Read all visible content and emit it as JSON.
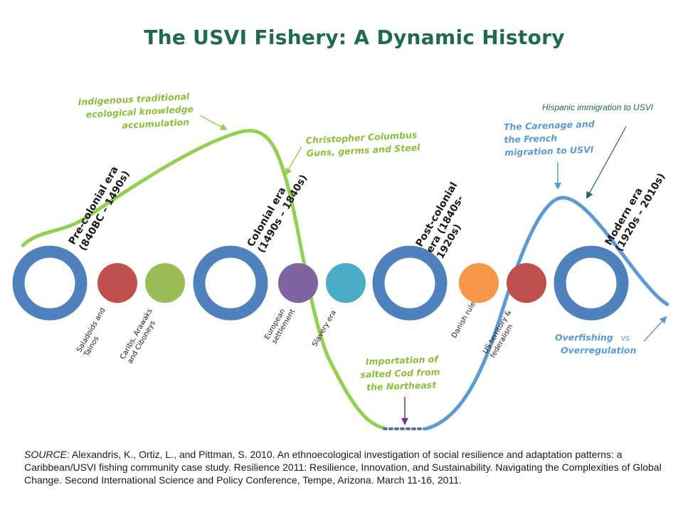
{
  "title": "The USVI Fishery: A Dynamic History",
  "eras": {
    "precolonial": [
      "Pre-colonial era",
      "(840BC – 1490s)"
    ],
    "colonial": [
      "Colonial era",
      "(1490s – 1840s)"
    ],
    "postcolonial": [
      "Post-colonial",
      "era (1840s-",
      "1920s)"
    ],
    "modern": [
      "Modern era",
      "(1920s – 2010s)"
    ]
  },
  "annotations": {
    "indigenous": [
      "Indigenous traditional",
      "ecological knowledge",
      "accumulation"
    ],
    "columbus": [
      "Christopher Columbus",
      "Guns, germs and Steel"
    ],
    "cod": [
      "Importation of",
      "salted Cod from",
      "the Northeast"
    ],
    "carenage": [
      "The Carenage and",
      "the French",
      "migration to USVI"
    ],
    "hispanic": "Hispanic immigration to USVI",
    "overfishing": "Overfishing",
    "vs": "vs",
    "overregulation": "Overregulation"
  },
  "dots": {
    "saladoids": [
      "Saladoids and",
      "Tainos"
    ],
    "caribs": [
      "Caribs, Arawaks",
      "and Ciboneys"
    ],
    "european": [
      "European",
      "settlement"
    ],
    "slavery": [
      "Slavery era"
    ],
    "danish": [
      "Danish rule"
    ],
    "us_territory": [
      "US territory &",
      "federalism"
    ]
  },
  "colors": {
    "ring": "#4f81bd",
    "green_curve": "#92d050",
    "blue_curve": "#5b9bd5",
    "title": "#1f6b4c",
    "red": "#c0504d",
    "green_dot": "#9bbb59",
    "purple": "#8064a2",
    "teal": "#4bacc6",
    "orange": "#f79646",
    "arrow_purple": "#7030a0"
  },
  "source": {
    "lead": "SOURCE:",
    "text": " Alexandris, K., Ortiz, L., and Pittman, S. 2010. An ethnoecological investigation of social resilience and adaptation patterns: a Caribbean/USVI fishing community case study. Resilience 2011: Resilience, Innovation, and Sustainability. Navigating the Complexities of Global Change. Second International Science and Policy Conference, Tempe, Arizona. March 11-16, 2011."
  }
}
